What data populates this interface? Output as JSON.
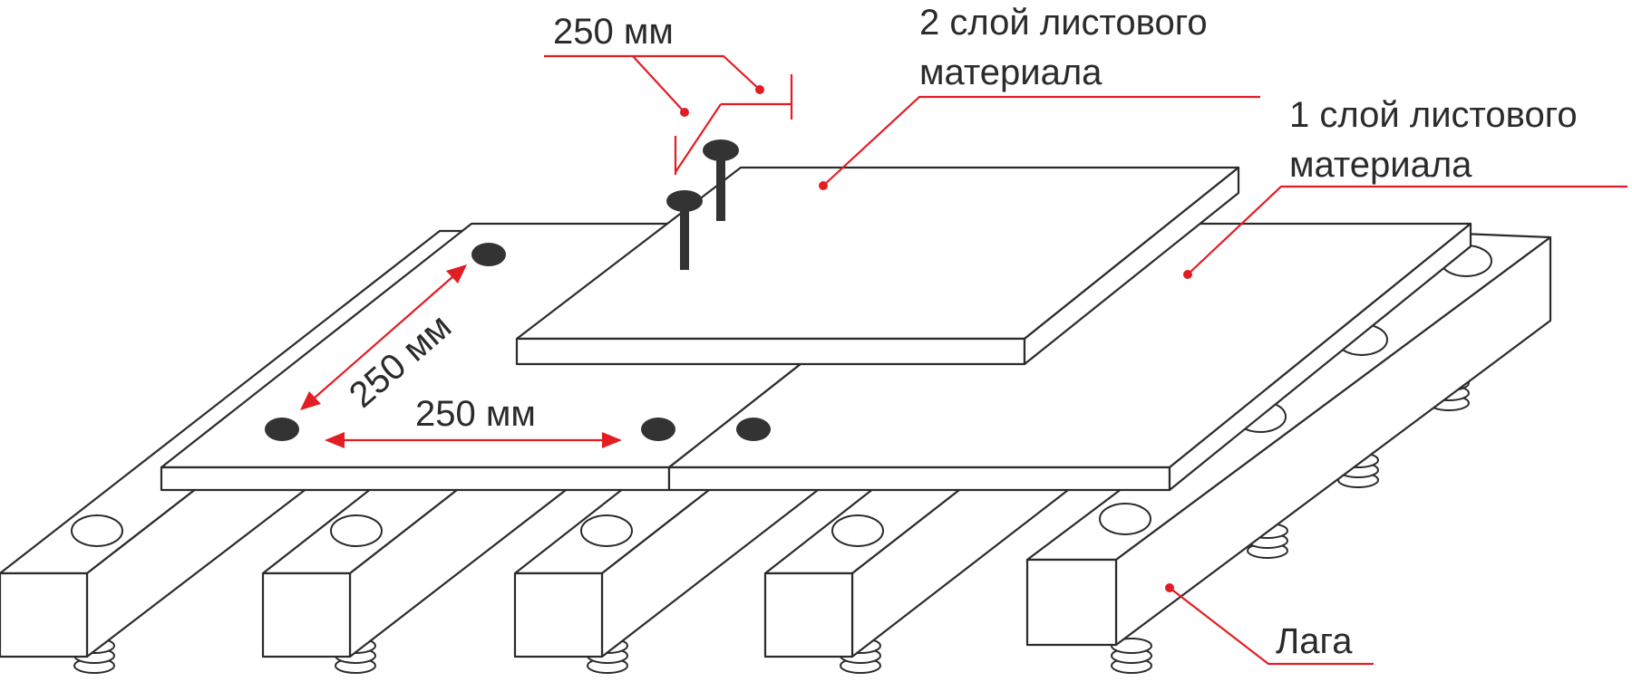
{
  "labels": {
    "top_dimension": "250 мм",
    "layer2_line1": "2 слой листового",
    "layer2_line2": "материала",
    "layer1_line1": "1 слой листового",
    "layer1_line2": "материала",
    "diag_dimension": "250 мм",
    "horiz_dimension": "250 мм",
    "joist": "Лага"
  },
  "colors": {
    "accent": "#e21d24",
    "stroke": "#2b2b2b",
    "screw": "#333333",
    "background": "#ffffff"
  }
}
